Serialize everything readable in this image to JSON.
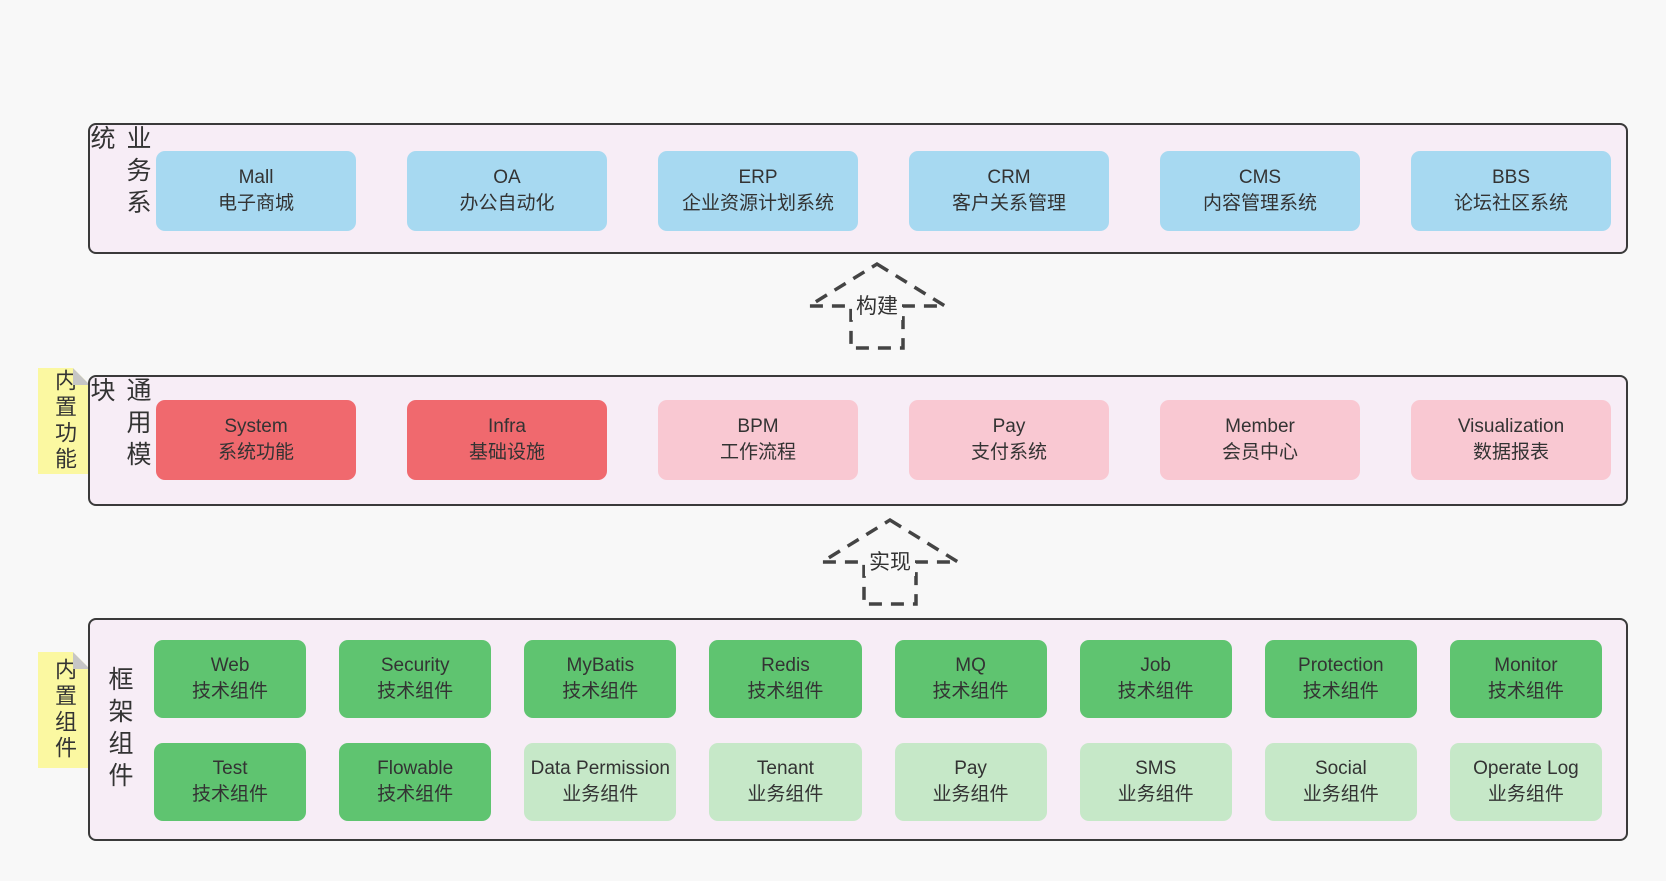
{
  "colors": {
    "page_bg": "#f8f8f8",
    "band_bg": "#f7edf6",
    "band_border": "#3a3a3a",
    "blue_box": "#a7d9f1",
    "red_box": "#f0696e",
    "pink_box": "#f9c8d2",
    "green_box": "#5fc470",
    "light_green_box": "#c6e8c8",
    "sticky_note": "#fbf8a1"
  },
  "arrows": [
    {
      "label": "构建"
    },
    {
      "label": "实现"
    }
  ],
  "bands": [
    {
      "label": "业务系统",
      "boxes": [
        {
          "en": "Mall",
          "zh": "电子商城"
        },
        {
          "en": "OA",
          "zh": "办公自动化"
        },
        {
          "en": "ERP",
          "zh": "企业资源计划系统"
        },
        {
          "en": "CRM",
          "zh": "客户关系管理"
        },
        {
          "en": "CMS",
          "zh": "内容管理系统"
        },
        {
          "en": "BBS",
          "zh": "论坛社区系统"
        }
      ]
    },
    {
      "label": "通用模块",
      "note": "内置功能",
      "boxes": [
        {
          "en": "System",
          "zh": "系统功能"
        },
        {
          "en": "Infra",
          "zh": "基础设施"
        },
        {
          "en": "BPM",
          "zh": "工作流程"
        },
        {
          "en": "Pay",
          "zh": "支付系统"
        },
        {
          "en": "Member",
          "zh": "会员中心"
        },
        {
          "en": "Visualization",
          "zh": "数据报表"
        }
      ]
    },
    {
      "label": "框架组件",
      "note": "内置组件",
      "rows": [
        [
          {
            "en": "Web",
            "zh": "技术组件"
          },
          {
            "en": "Security",
            "zh": "技术组件"
          },
          {
            "en": "MyBatis",
            "zh": "技术组件"
          },
          {
            "en": "Redis",
            "zh": "技术组件"
          },
          {
            "en": "MQ",
            "zh": "技术组件"
          },
          {
            "en": "Job",
            "zh": "技术组件"
          },
          {
            "en": "Protection",
            "zh": "技术组件"
          },
          {
            "en": "Monitor",
            "zh": "技术组件"
          }
        ],
        [
          {
            "en": "Test",
            "zh": "技术组件"
          },
          {
            "en": "Flowable",
            "zh": "技术组件"
          },
          {
            "en": "Data Permission",
            "zh": "业务组件"
          },
          {
            "en": "Tenant",
            "zh": "业务组件"
          },
          {
            "en": "Pay",
            "zh": "业务组件"
          },
          {
            "en": "SMS",
            "zh": "业务组件"
          },
          {
            "en": "Social",
            "zh": "业务组件"
          },
          {
            "en": "Operate Log",
            "zh": "业务组件"
          }
        ]
      ]
    }
  ]
}
